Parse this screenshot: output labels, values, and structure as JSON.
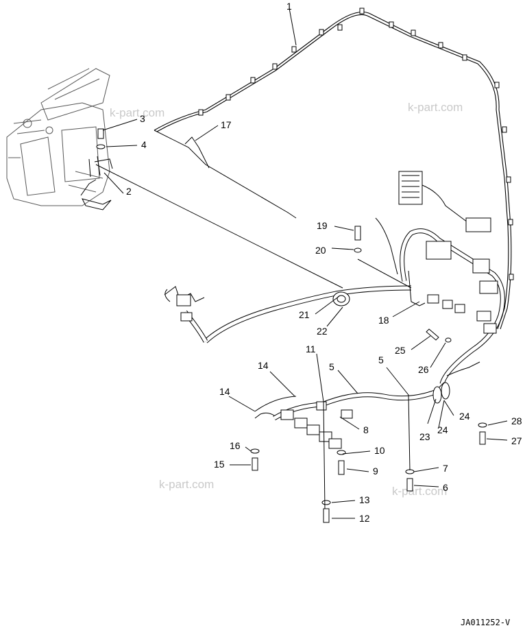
{
  "figure_code": "JA011252-V",
  "watermark_text": "k-part.com",
  "callouts": [
    "1",
    "2",
    "3",
    "4",
    "5",
    "5",
    "6",
    "7",
    "8",
    "9",
    "10",
    "11",
    "12",
    "13",
    "14",
    "14",
    "15",
    "16",
    "17",
    "18",
    "19",
    "20",
    "21",
    "22",
    "23",
    "24",
    "24",
    "25",
    "26",
    "27",
    "28"
  ],
  "colors": {
    "line": "#000000",
    "background": "#ffffff",
    "watermark": "#c9c9c9"
  }
}
